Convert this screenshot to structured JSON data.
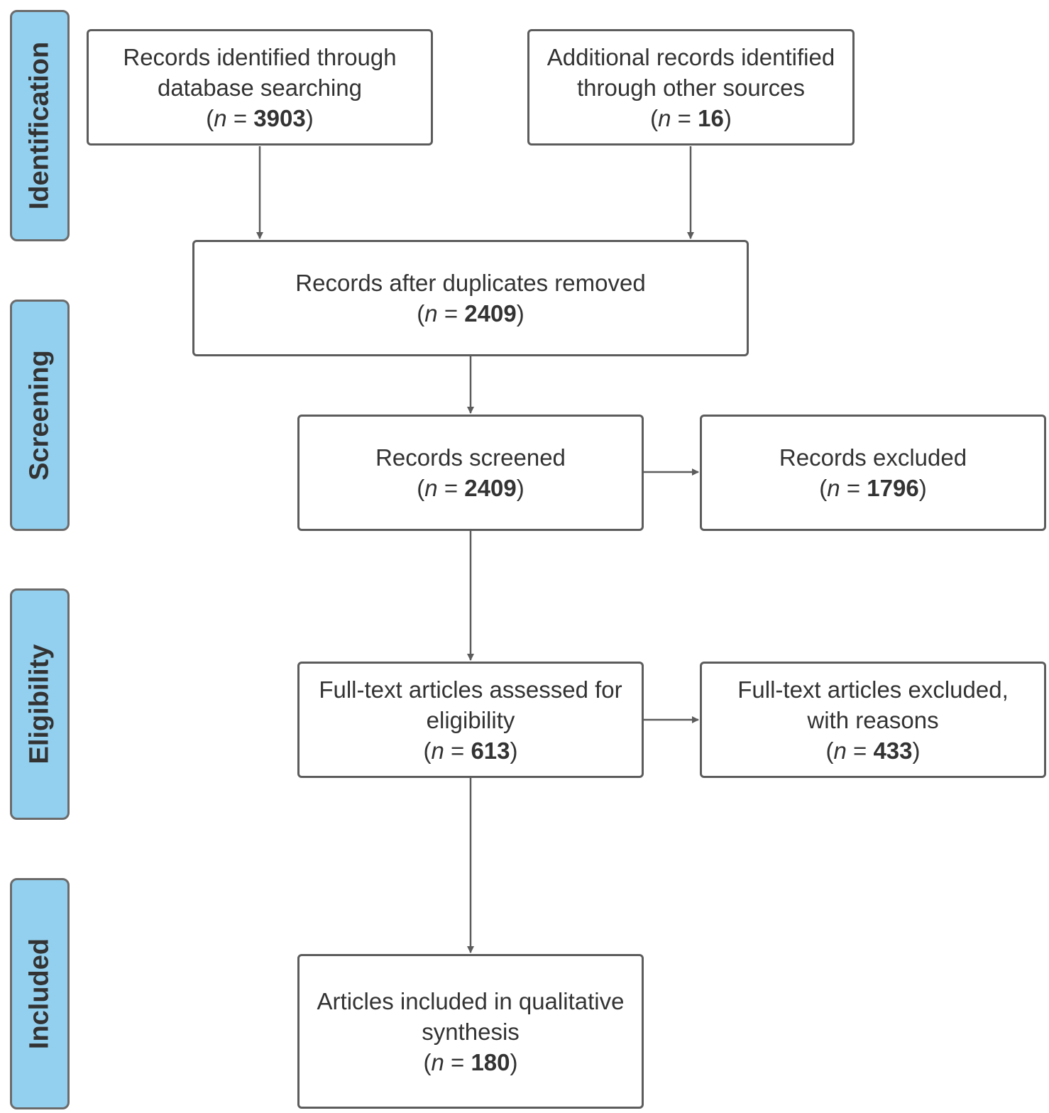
{
  "stages": [
    {
      "label": "Identification"
    },
    {
      "label": "Screening"
    },
    {
      "label": "Eligibility"
    },
    {
      "label": "Included"
    }
  ],
  "boxes": {
    "database": {
      "line1": "Records identified through",
      "line2": "database searching",
      "n_symbol": "n",
      "n": "3903"
    },
    "other": {
      "line1": "Additional records identified",
      "line2": "through other sources",
      "n_symbol": "n",
      "n": "16"
    },
    "deduplicated": {
      "line1": "Records after duplicates removed",
      "n_symbol": "n",
      "n": "2409"
    },
    "screened": {
      "line1": "Records screened",
      "n_symbol": "n",
      "n": "2409"
    },
    "excluded": {
      "line1": "Records excluded",
      "n_symbol": "n",
      "n": "1796"
    },
    "fulltext": {
      "line1": "Full-text articles assessed for",
      "line2": "eligibility",
      "n_symbol": "n",
      "n": "613"
    },
    "fulltext_excluded": {
      "line1": "Full-text articles excluded,",
      "line2": "with reasons",
      "n_symbol": "n",
      "n": "433"
    },
    "included": {
      "line1": "Articles included in qualitative",
      "line2": "synthesis",
      "n_symbol": "n",
      "n": "180"
    }
  },
  "colors": {
    "stage_fill": "#93cfee",
    "box_border": "#5c5c5c",
    "arrow": "#5c5c5c"
  }
}
